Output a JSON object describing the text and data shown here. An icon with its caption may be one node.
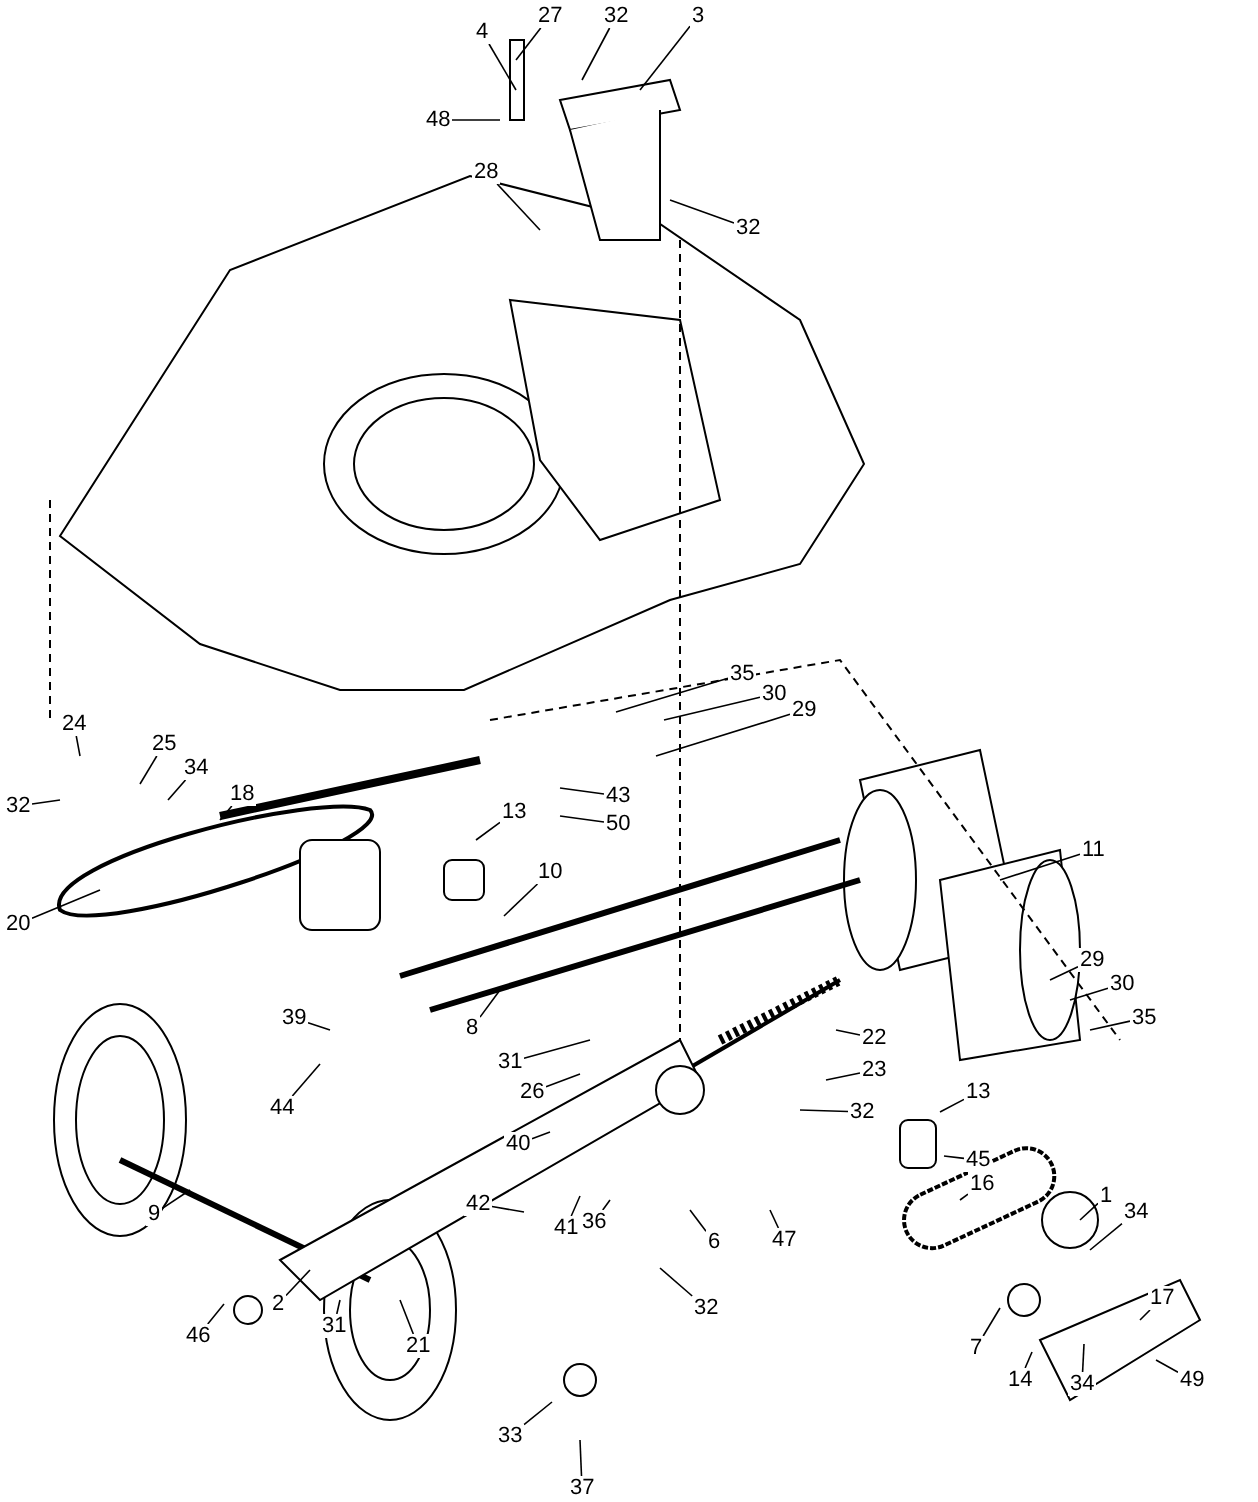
{
  "diagram": {
    "nodes": [
      {
        "text": [
          "27"
        ]
      },
      {
        "text": [
          "32"
        ]
      },
      {
        "text": [
          "3"
        ]
      },
      {
        "text": [
          "4"
        ]
      },
      {
        "text": [
          "48"
        ]
      },
      {
        "text": [
          "28"
        ]
      },
      {
        "text": [
          "32"
        ]
      },
      {
        "text": [
          "35"
        ]
      },
      {
        "text": [
          "30"
        ]
      },
      {
        "text": [
          "29"
        ]
      },
      {
        "text": [
          "24"
        ]
      },
      {
        "text": [
          "25"
        ]
      },
      {
        "text": [
          "43"
        ]
      },
      {
        "text": [
          "34"
        ]
      },
      {
        "text": [
          "32"
        ]
      },
      {
        "text": [
          "50"
        ]
      },
      {
        "text": [
          "18"
        ]
      },
      {
        "text": [
          "13"
        ]
      },
      {
        "text": [
          "11"
        ]
      },
      {
        "text": [
          "10"
        ]
      },
      {
        "text": [
          "20"
        ]
      },
      {
        "text": [
          "29"
        ]
      },
      {
        "text": [
          "30"
        ]
      },
      {
        "text": [
          "39"
        ]
      },
      {
        "text": [
          "8"
        ]
      },
      {
        "text": [
          "35"
        ]
      },
      {
        "text": [
          "22"
        ]
      },
      {
        "text": [
          "31"
        ]
      },
      {
        "text": [
          "23"
        ]
      },
      {
        "text": [
          "26"
        ]
      },
      {
        "text": [
          "44"
        ]
      },
      {
        "text": [
          "32"
        ]
      },
      {
        "text": [
          "13"
        ]
      },
      {
        "text": [
          "45"
        ]
      },
      {
        "text": [
          "40"
        ]
      },
      {
        "text": [
          "16"
        ]
      },
      {
        "text": [
          "1"
        ]
      },
      {
        "text": [
          "42"
        ]
      },
      {
        "text": [
          "41"
        ]
      },
      {
        "text": [
          "9"
        ]
      },
      {
        "text": [
          "34"
        ]
      },
      {
        "text": [
          "36"
        ]
      },
      {
        "text": [
          "6"
        ]
      },
      {
        "text": [
          "47"
        ]
      },
      {
        "text": [
          "32"
        ]
      },
      {
        "text": [
          "17"
        ]
      },
      {
        "text": [
          "2"
        ]
      },
      {
        "text": [
          "46"
        ]
      },
      {
        "text": [
          "31"
        ]
      },
      {
        "text": [
          "7"
        ]
      },
      {
        "text": [
          "21"
        ]
      },
      {
        "text": [
          "14"
        ]
      },
      {
        "text": [
          "34"
        ]
      },
      {
        "text": [
          "49"
        ]
      },
      {
        "text": [
          "33"
        ]
      },
      {
        "text": [
          "37"
        ]
      }
    ],
    "edges": [
      {
        "from": 0,
        "to": null,
        "arrow": "none"
      },
      {
        "from": 1,
        "to": null,
        "arrow": "none"
      },
      {
        "from": 2,
        "to": null,
        "arrow": "none"
      },
      {
        "from": 3,
        "to": null,
        "arrow": "none"
      },
      {
        "from": 4,
        "to": null,
        "arrow": "none"
      },
      {
        "from": 5,
        "to": null,
        "arrow": "none"
      },
      {
        "from": 6,
        "to": null,
        "arrow": "none"
      },
      {
        "from": 7,
        "to": null,
        "arrow": "none"
      },
      {
        "from": 8,
        "to": null,
        "arrow": "none"
      },
      {
        "from": 9,
        "to": null,
        "arrow": "none"
      },
      {
        "from": 10,
        "to": null,
        "arrow": "none"
      },
      {
        "from": 11,
        "to": null,
        "arrow": "none"
      },
      {
        "from": 12,
        "to": null,
        "arrow": "none"
      },
      {
        "from": 13,
        "to": null,
        "arrow": "none"
      },
      {
        "from": 14,
        "to": null,
        "arrow": "none"
      },
      {
        "from": 15,
        "to": null,
        "arrow": "none"
      },
      {
        "from": 16,
        "to": null,
        "arrow": "none"
      },
      {
        "from": 17,
        "to": null,
        "arrow": "none"
      },
      {
        "from": 18,
        "to": null,
        "arrow": "none"
      },
      {
        "from": 19,
        "to": null,
        "arrow": "none"
      },
      {
        "from": 20,
        "to": null,
        "arrow": "none"
      },
      {
        "from": 21,
        "to": null,
        "arrow": "none"
      },
      {
        "from": 22,
        "to": null,
        "arrow": "none"
      },
      {
        "from": 23,
        "to": null,
        "arrow": "none"
      },
      {
        "from": 24,
        "to": null,
        "arrow": "none"
      },
      {
        "from": 25,
        "to": null,
        "arrow": "none"
      },
      {
        "from": 26,
        "to": null,
        "arrow": "none"
      },
      {
        "from": 27,
        "to": null,
        "arrow": "none"
      },
      {
        "from": 28,
        "to": null,
        "arrow": "none"
      },
      {
        "from": 29,
        "to": null,
        "arrow": "none"
      },
      {
        "from": 30,
        "to": null,
        "arrow": "none"
      },
      {
        "from": 31,
        "to": null,
        "arrow": "none"
      },
      {
        "from": 32,
        "to": null,
        "arrow": "none"
      },
      {
        "from": 33,
        "to": null,
        "arrow": "none"
      },
      {
        "from": 34,
        "to": null,
        "arrow": "none"
      },
      {
        "from": 35,
        "to": null,
        "arrow": "none"
      },
      {
        "from": 36,
        "to": null,
        "arrow": "none"
      },
      {
        "from": 37,
        "to": null,
        "arrow": "none"
      },
      {
        "from": 38,
        "to": null,
        "arrow": "none"
      },
      {
        "from": 39,
        "to": null,
        "arrow": "none"
      },
      {
        "from": 40,
        "to": null,
        "arrow": "none"
      },
      {
        "from": 41,
        "to": null,
        "arrow": "none"
      },
      {
        "from": 42,
        "to": null,
        "arrow": "none"
      },
      {
        "from": 43,
        "to": null,
        "arrow": "none"
      },
      {
        "from": 44,
        "to": null,
        "arrow": "none"
      },
      {
        "from": 45,
        "to": null,
        "arrow": "none"
      },
      {
        "from": 46,
        "to": null,
        "arrow": "none"
      },
      {
        "from": 47,
        "to": null,
        "arrow": "none"
      },
      {
        "from": 48,
        "to": null,
        "arrow": "none"
      },
      {
        "from": 49,
        "to": null,
        "arrow": "none"
      },
      {
        "from": 50,
        "to": null,
        "arrow": "none"
      },
      {
        "from": 51,
        "to": null,
        "arrow": "none"
      },
      {
        "from": 52,
        "to": null,
        "arrow": "none"
      },
      {
        "from": 53,
        "to": null,
        "arrow": "none"
      },
      {
        "from": 54,
        "to": null,
        "arrow": "none"
      },
      {
        "from": 55,
        "to": null,
        "arrow": "none"
      }
    ]
  }
}
